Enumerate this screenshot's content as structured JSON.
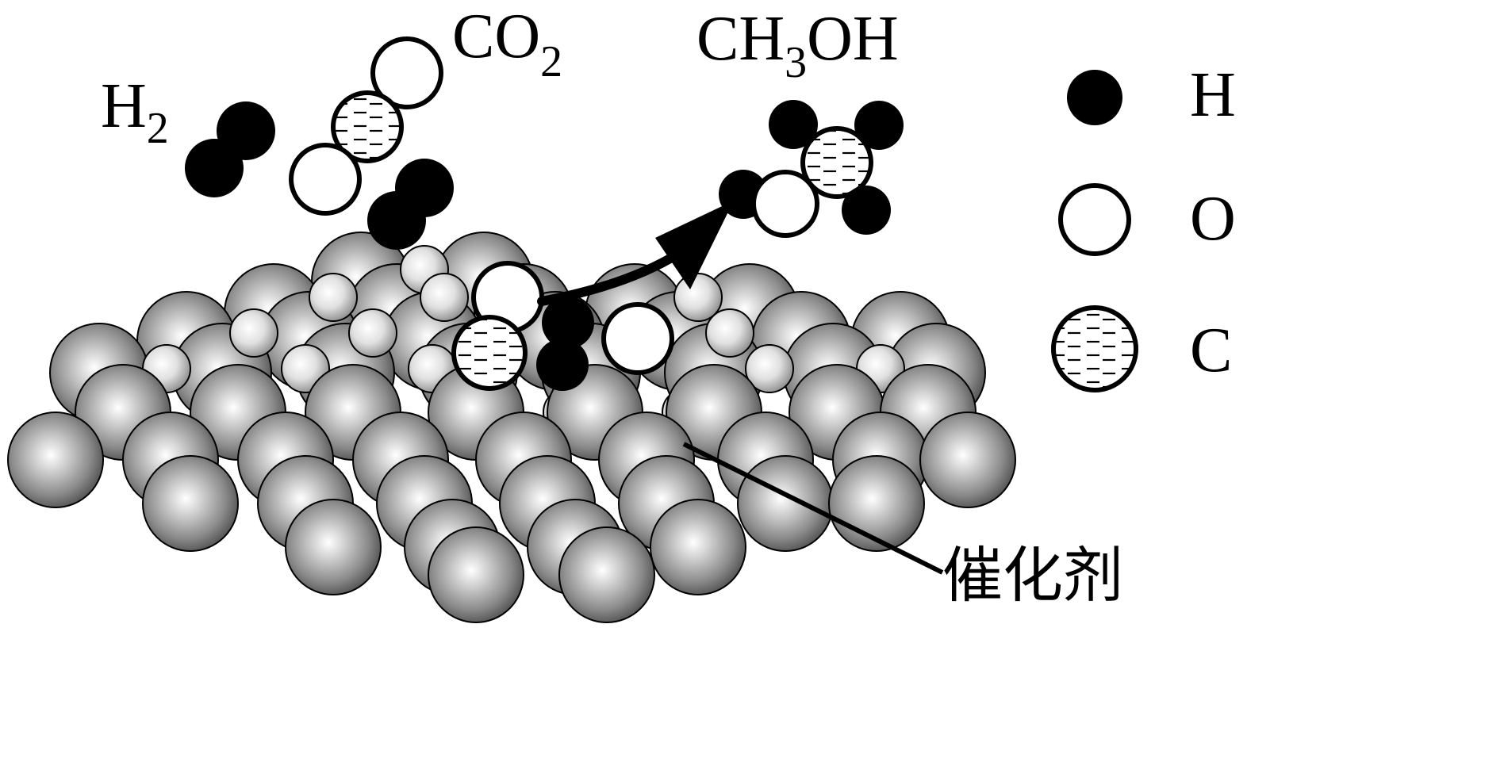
{
  "labels": {
    "h2": {
      "main": "H",
      "sub": "2"
    },
    "co2": {
      "main": "CO",
      "sub": "2"
    },
    "ch3oh": {
      "pre": "CH",
      "sub": "3",
      "post": "OH"
    },
    "catalyst": "催化剂"
  },
  "legend": [
    {
      "atom": "hydrogen",
      "symbol": "H"
    },
    {
      "atom": "oxygen",
      "symbol": "O"
    },
    {
      "atom": "carbon",
      "symbol": "C"
    }
  ],
  "colors": {
    "hydrogen": "#000000",
    "oxygen": "#ffffff",
    "carbon": "#ffffff",
    "catalyst_dark": "#505050",
    "catalyst_light": "#ffffff"
  }
}
